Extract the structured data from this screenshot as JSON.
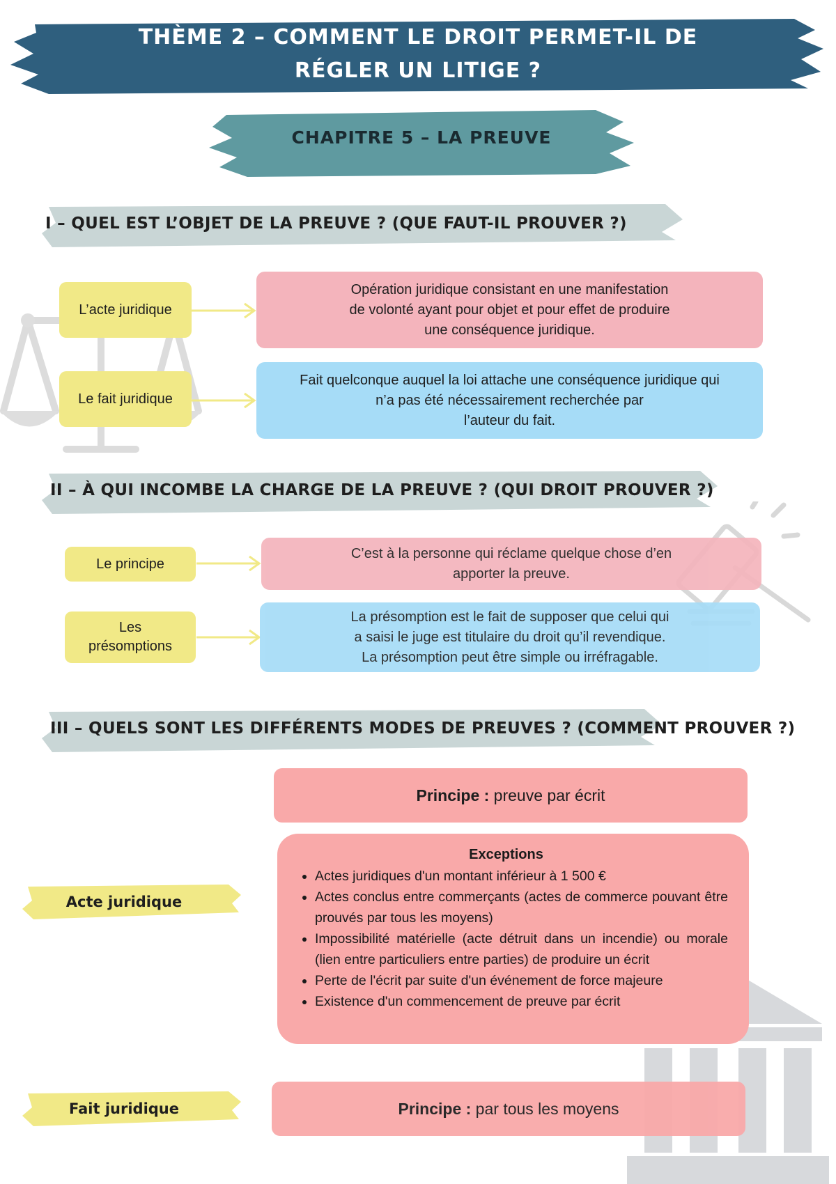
{
  "theme": {
    "line1": "THÈME 2 – COMMENT LE DROIT PERMET-IL DE",
    "line2": "RÉGLER UN LITIGE ?"
  },
  "chapter": "CHAPITRE 5 – LA PREUVE",
  "section1": {
    "title": "I – QUEL EST L’OBJET DE LA PREUVE ? (QUE FAUT-IL PROUVER ?)",
    "rows": [
      {
        "label": "L’acte juridique",
        "definition": [
          "Opération juridique consistant en une manifestation",
          "de volonté ayant pour objet et pour effet de produire",
          "une conséquence juridique."
        ]
      },
      {
        "label": "Le fait juridique",
        "definition": [
          "Fait quelconque auquel la loi attache une conséquence juridique qui",
          "n’a pas été nécessairement recherchée par",
          "l’auteur du fait."
        ]
      }
    ]
  },
  "section2": {
    "title": "II – À QUI INCOMBE LA CHARGE DE LA PREUVE ? (QUI DROIT PROUVER ?)",
    "rows": [
      {
        "label": [
          "Le principe"
        ],
        "definition": [
          "C’est à la personne qui réclame quelque chose d’en",
          "apporter la preuve."
        ]
      },
      {
        "label": [
          "Les",
          "présomptions"
        ],
        "definition": [
          "La présomption est le fait de supposer que celui qui",
          "a saisi le juge est titulaire du droit qu’il revendique.",
          "La présomption peut être simple ou irréfragable."
        ]
      }
    ]
  },
  "section3": {
    "title": "III – QUELS SONT LES DIFFÉRENTS MODES DE PREUVES ? (COMMENT PROUVER ?)",
    "acte_label": "Acte juridique",
    "acte_principe_bold": "Principe :",
    "acte_principe_text": " preuve par écrit",
    "exceptions_title": "Exceptions",
    "exceptions": [
      "Actes juridiques d'un montant inférieur à 1 500 €",
      "Actes conclus entre commerçants (actes de commerce pouvant être prouvés par tous les moyens)",
      "Impossibilité matérielle (acte détruit dans un incendie) ou morale (lien entre particuliers entre parties) de produire un écrit",
      "Perte de l'écrit par suite d'un événement de force majeure",
      "Existence d'un commencement de preuve par écrit"
    ],
    "fait_label": "Fait juridique",
    "fait_principe_bold": "Principe :",
    "fait_principe_text": " par tous les moyens"
  },
  "colors": {
    "theme_banner": "#2f5f7e",
    "chapter_banner": "#5f9aa0",
    "section_brush": "#c9d6d6",
    "label_yellow": "#f1e987",
    "pink": "#f4b4bc",
    "blue": "#a6dcf7",
    "salmon": "#f9a9a9",
    "watermark": "#d7d9dc"
  },
  "icons": [
    "scales-of-justice-icon",
    "gavel-icon",
    "courthouse-icon"
  ]
}
